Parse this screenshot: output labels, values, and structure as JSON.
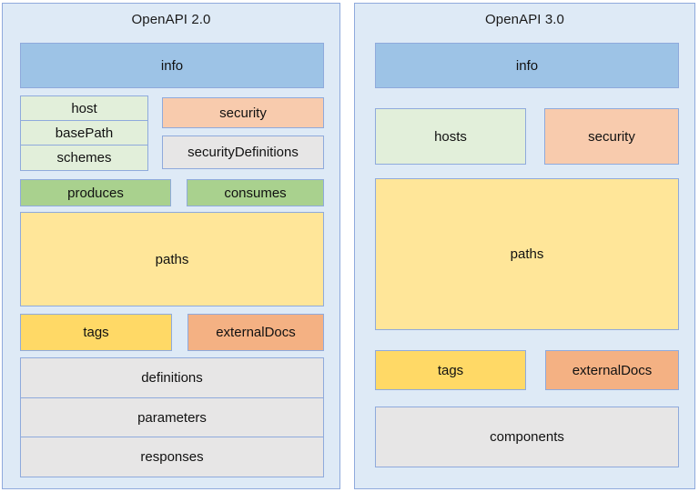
{
  "diagram": {
    "title_left": "OpenAPI 2.0",
    "title_right": "OpenAPI 3.0",
    "colors": {
      "panel_bg": "#DEEAF6",
      "panel_border": "#8FAADC",
      "info": "#9DC3E6",
      "pale_green": "#E2EFDA",
      "green": "#A9D18E",
      "peach": "#F8CBAD",
      "orange": "#F4B183",
      "paths_yellow": "#FFE699",
      "tags_yellow": "#FFD966",
      "grey": "#E7E6E6"
    }
  },
  "panels": [
    {
      "id": "openapi-2",
      "title": "OpenAPI 2.0",
      "boxes": [
        {
          "key": "info",
          "label": "info"
        },
        {
          "key": "host",
          "label": "host"
        },
        {
          "key": "basePath",
          "label": "basePath"
        },
        {
          "key": "schemes",
          "label": "schemes"
        },
        {
          "key": "security",
          "label": "security"
        },
        {
          "key": "securityDefinitions",
          "label": "securityDefinitions"
        },
        {
          "key": "produces",
          "label": "produces"
        },
        {
          "key": "consumes",
          "label": "consumes"
        },
        {
          "key": "paths",
          "label": "paths"
        },
        {
          "key": "tags",
          "label": "tags"
        },
        {
          "key": "externalDocs",
          "label": "externalDocs"
        },
        {
          "key": "definitions",
          "label": "definitions"
        },
        {
          "key": "parameters",
          "label": "parameters"
        },
        {
          "key": "responses",
          "label": "responses"
        }
      ]
    },
    {
      "id": "openapi-3",
      "title": "OpenAPI 3.0",
      "boxes": [
        {
          "key": "info",
          "label": "info"
        },
        {
          "key": "hosts",
          "label": "hosts"
        },
        {
          "key": "security",
          "label": "security"
        },
        {
          "key": "paths",
          "label": "paths"
        },
        {
          "key": "tags",
          "label": "tags"
        },
        {
          "key": "externalDocs",
          "label": "externalDocs"
        },
        {
          "key": "components",
          "label": "components"
        }
      ]
    }
  ]
}
